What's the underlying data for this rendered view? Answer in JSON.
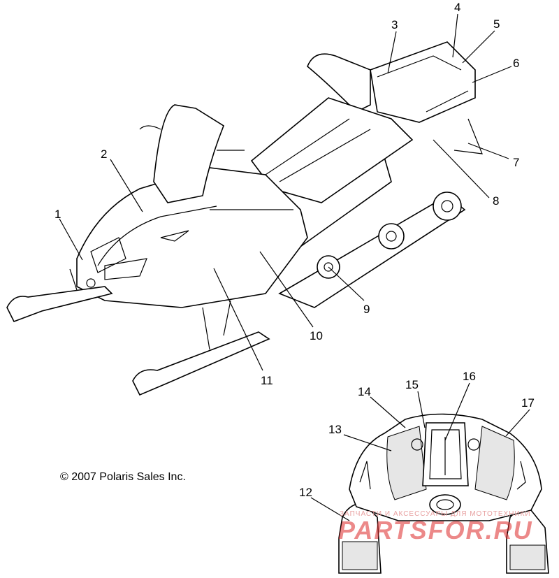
{
  "callouts": [
    {
      "id": "1",
      "label": "1"
    },
    {
      "id": "2",
      "label": "2"
    },
    {
      "id": "3",
      "label": "3"
    },
    {
      "id": "4",
      "label": "4"
    },
    {
      "id": "5",
      "label": "5"
    },
    {
      "id": "6",
      "label": "6"
    },
    {
      "id": "7",
      "label": "7"
    },
    {
      "id": "8",
      "label": "8"
    },
    {
      "id": "9",
      "label": "9"
    },
    {
      "id": "10",
      "label": "10"
    },
    {
      "id": "11",
      "label": "11"
    },
    {
      "id": "12",
      "label": "12"
    },
    {
      "id": "13",
      "label": "13"
    },
    {
      "id": "14",
      "label": "14"
    },
    {
      "id": "15",
      "label": "15"
    },
    {
      "id": "16",
      "label": "16"
    },
    {
      "id": "17",
      "label": "17"
    }
  ],
  "copyright": "© 2007 Polaris Sales Inc.",
  "watermark": {
    "tagline": "ЗАПЧАСТИ И АКСЕССУАРЫ ДЛЯ МОТОТЕХНИКИ",
    "brand": "PARTSFOR.RU",
    "color": "#dc2828"
  }
}
